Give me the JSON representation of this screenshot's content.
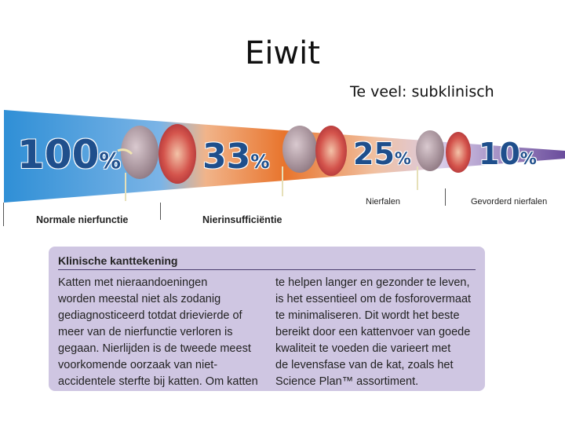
{
  "slide": {
    "title": "Eiwit",
    "subtitle": "Te veel: subklinisch"
  },
  "banner": {
    "stages": [
      {
        "percent": "100",
        "unit": "%",
        "label": "Normale nierfunctie"
      },
      {
        "percent": "33",
        "unit": "%",
        "label": "Nierinsufficiëntie"
      },
      {
        "percent": "25",
        "unit": "%",
        "label": "Nierfalen"
      },
      {
        "percent": "10",
        "unit": "%",
        "label": "Gevorderd nierfalen"
      }
    ],
    "colors": {
      "blue": "#2f8fd6",
      "orange": "#e8742c",
      "purple": "#6a4c9c",
      "number": "#1f4f8c"
    }
  },
  "note": {
    "heading": "Klinische kanttekening",
    "col1": [
      "Katten met nieraandoeningen",
      "worden meestal niet als zodanig",
      "gediagnosticeerd totdat drievierde of",
      "meer van de nierfunctie verloren is",
      "gegaan. Nierlijden is de tweede meest",
      "voorkomende oorzaak van niet-",
      "accidentele sterfte bij katten. Om katten"
    ],
    "col2": [
      "te helpen langer en gezonder te leven,",
      "is het essentieel om de fosforovermaat",
      "te minimaliseren. Dit wordt het beste",
      "bereikt door een kattenvoer van goede",
      "kwaliteit te voeden die varieert met",
      "de levensfase van de kat, zoals het",
      "Science Plan™ assortiment."
    ],
    "background": "#cfc6e2"
  }
}
